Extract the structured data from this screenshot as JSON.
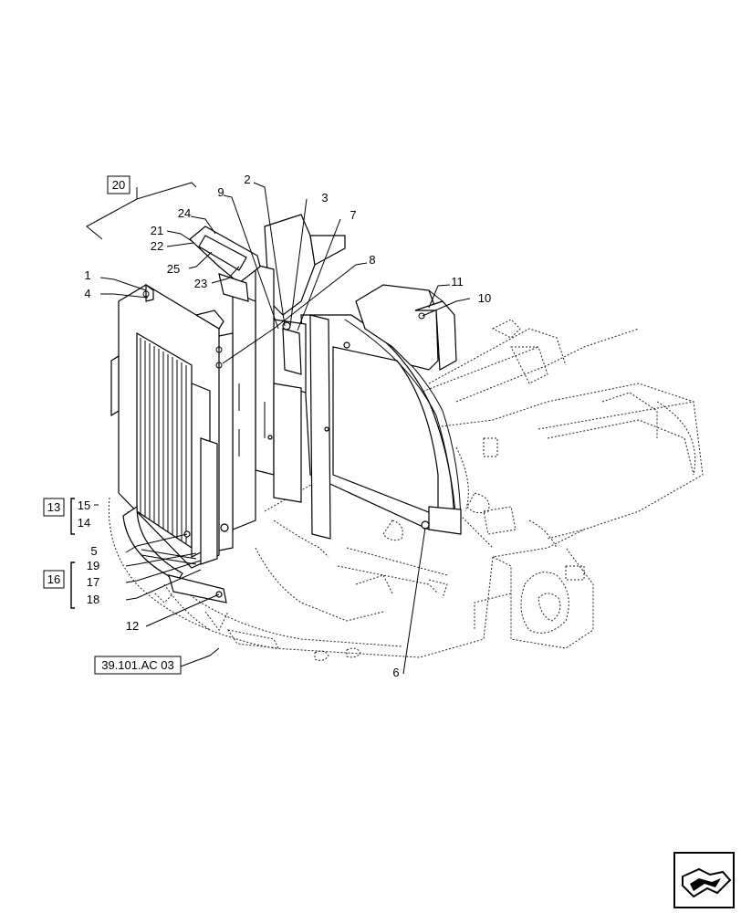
{
  "callouts": {
    "c1": "1",
    "c2": "2",
    "c3": "3",
    "c4": "4",
    "c5": "5",
    "c6": "6",
    "c7": "7",
    "c8": "8",
    "c9": "9",
    "c10": "10",
    "c11": "11",
    "c12": "12",
    "c13": "13",
    "c14": "14",
    "c15": "15",
    "c16": "16",
    "c17": "17",
    "c18": "18",
    "c19": "19",
    "c20": "20",
    "c21": "21",
    "c22": "22",
    "c23": "23",
    "c24": "24",
    "c25": "25"
  },
  "reference": "39.101.AC 03",
  "nav_icon": "next-page-arrow-icon"
}
